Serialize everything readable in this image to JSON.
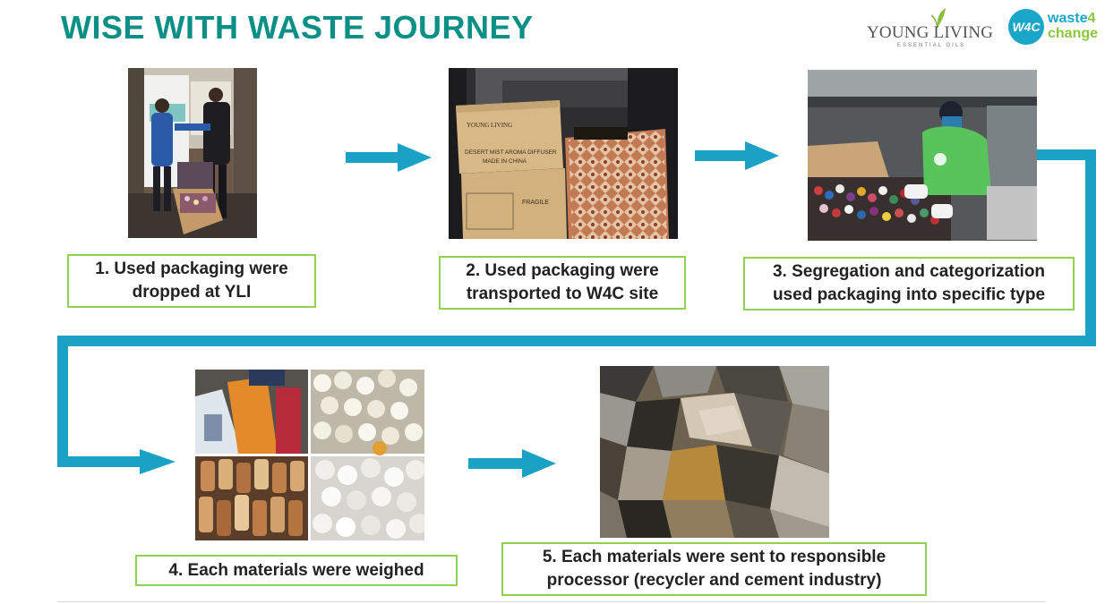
{
  "title": "WISE WITH WASTE JOURNEY",
  "logos": {
    "young_living_name": "YOUNG LIVING",
    "young_living_tagline": "ESSENTIAL OILS",
    "w4c_mark": "W4C",
    "w4c_line1": "waste",
    "w4c_digit": "4",
    "w4c_line2": "change"
  },
  "colors": {
    "title": "#0b8f86",
    "arrow": "#1aa2c4",
    "box_border": "#92d050"
  },
  "steps": [
    {
      "line1": "1. Used packaging were",
      "line2": "dropped at YLI"
    },
    {
      "line1": "2. Used packaging were",
      "line2": "transported to W4C site"
    },
    {
      "line1": "3. Segregation and categorization",
      "line2": "used packaging into specific type"
    },
    {
      "line1": "4. Each materials were weighed",
      "line2": ""
    },
    {
      "line1": "5. Each materials were sent to responsible",
      "line2": "processor (recycler and cement industry)"
    }
  ],
  "photo2_labels": {
    "box_brand": "YOUNG LIVING",
    "box_text1": "DESERT MIST AROMA DIFFUSER",
    "box_text2": "MADE IN CHINA",
    "fragile": "FRAGILE"
  }
}
